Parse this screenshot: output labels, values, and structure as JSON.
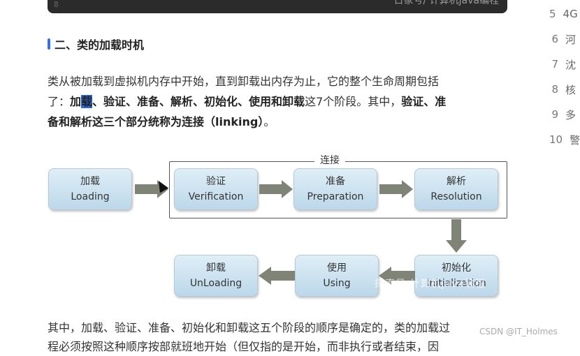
{
  "code_block": {
    "line_number": "8",
    "watermark": "日象号/ 计算机java编程"
  },
  "section": {
    "title": "二、类的加载时机"
  },
  "paragraph": {
    "p1": "类从被加载到虚拟机内存中开始，直到卸载出内存为止，它的整个生命周期包括",
    "p2_prefix": "了：",
    "p2_bold_a": "加",
    "p2_highlight": "载",
    "p2_bold_b": "、验证、准备、解析、初始化、使用和卸载",
    "p2_rest": "这7个阶段。其中，",
    "p2_bold_c": "验证、准",
    "p3_bold": "备和解析这三个部分统称为连接（linking）",
    "p3_end": "。"
  },
  "diagram": {
    "link_label": "连接",
    "stages": {
      "loading": {
        "zh": "加载",
        "en": "Loading"
      },
      "verification": {
        "zh": "验证",
        "en": "Verification"
      },
      "preparation": {
        "zh": "准备",
        "en": "Preparation"
      },
      "resolution": {
        "zh": "解析",
        "en": "Resolution"
      },
      "initialization": {
        "zh": "初始化",
        "en": "Initialization"
      },
      "using": {
        "zh": "使用",
        "en": "Using"
      },
      "unloading": {
        "zh": "卸载",
        "en": "UnLoading"
      }
    },
    "watermark": "探索号·计算机java编程"
  },
  "paragraph2": {
    "line1": "其中，加载、验证、准备、初始化和卸载这五个阶段的顺序是确定的，类的加载过",
    "line2": "程必须按照这种顺序按部就班地开始（但仅指的是开始，而非执行或者结束，因"
  },
  "toc": {
    "items": [
      {
        "num": "5",
        "label": "4G"
      },
      {
        "num": "6",
        "label": "河"
      },
      {
        "num": "7",
        "label": "沈"
      },
      {
        "num": "8",
        "label": "核"
      },
      {
        "num": "9",
        "label": "多"
      },
      {
        "num": "10",
        "label": "警"
      }
    ]
  },
  "watermark_csdn": "CSDN @IT_Holmes"
}
